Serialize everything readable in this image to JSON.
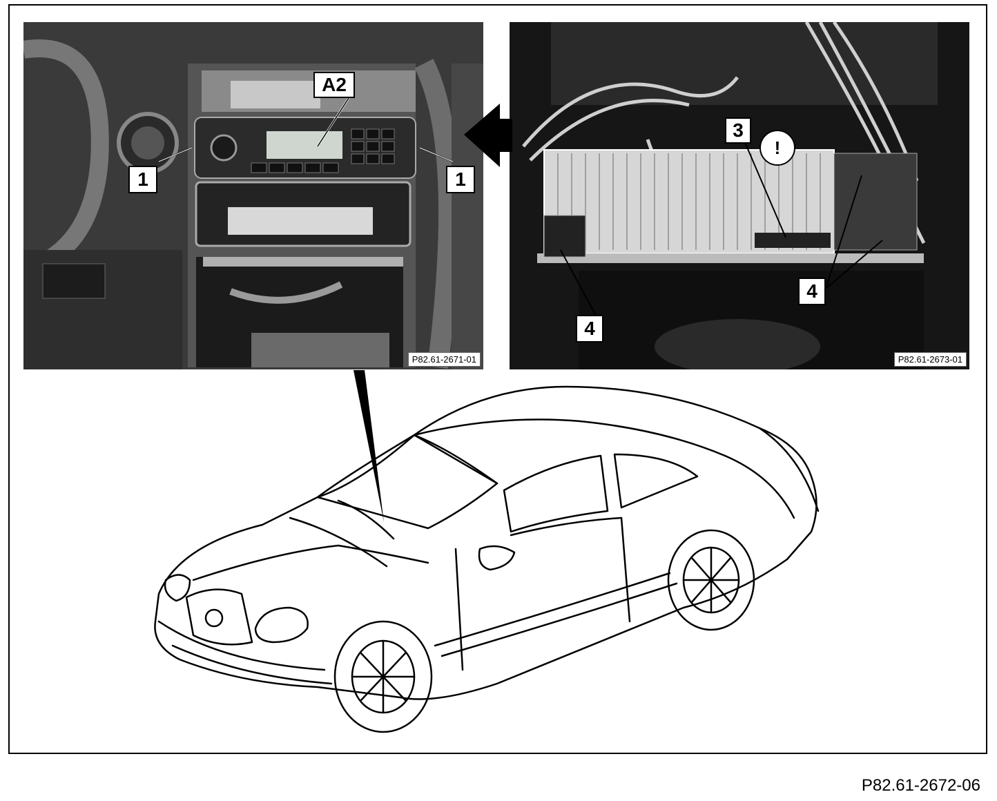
{
  "callouts": {
    "a2": "A2",
    "one_left": "1",
    "one_right": "1",
    "three": "3",
    "four_left": "4",
    "four_right": "4"
  },
  "photos": {
    "left_ref": "P82.61-2671-01",
    "right_ref": "P82.61-2673-01"
  },
  "figure_ref": "P82.61-2672-06",
  "icons": {
    "arrow": "left-arrow-icon",
    "note": "caution-note-icon"
  }
}
